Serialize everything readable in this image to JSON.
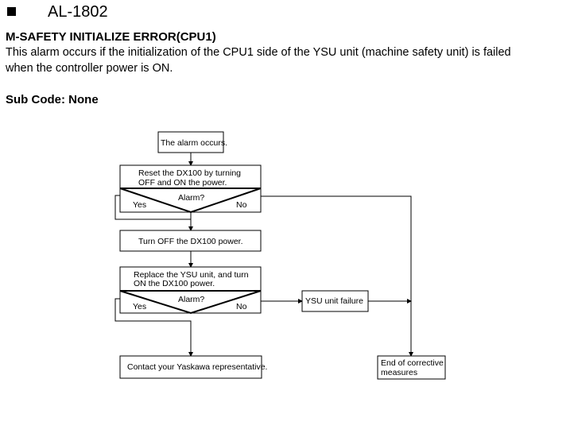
{
  "header": {
    "alarm_code": "AL-1802",
    "title": "M-SAFETY INITIALIZE ERROR(CPU1)",
    "description_line1": "This alarm occurs if the initialization of the CPU1 side of the YSU unit (machine safety unit) is failed",
    "description_line2": "when the controller power is ON.",
    "sub_code": "Sub Code: None"
  },
  "flowchart": {
    "start": "The alarm occurs.",
    "step1_line1": "Reset the DX100 by turning",
    "step1_line2": "OFF and ON the power.",
    "decision1": "Alarm?",
    "decision1_yes": "Yes",
    "decision1_no": "No",
    "step2": "Turn OFF the DX100 power.",
    "step3_line1": "Replace the YSU unit, and turn",
    "step3_line2": "ON the DX100 power.",
    "decision2": "Alarm?",
    "decision2_yes": "Yes",
    "decision2_no": "No",
    "failure": "YSU unit failure",
    "contact": "Contact your Yaskawa representative.",
    "end_line1": "End of corrective",
    "end_line2": "measures"
  }
}
